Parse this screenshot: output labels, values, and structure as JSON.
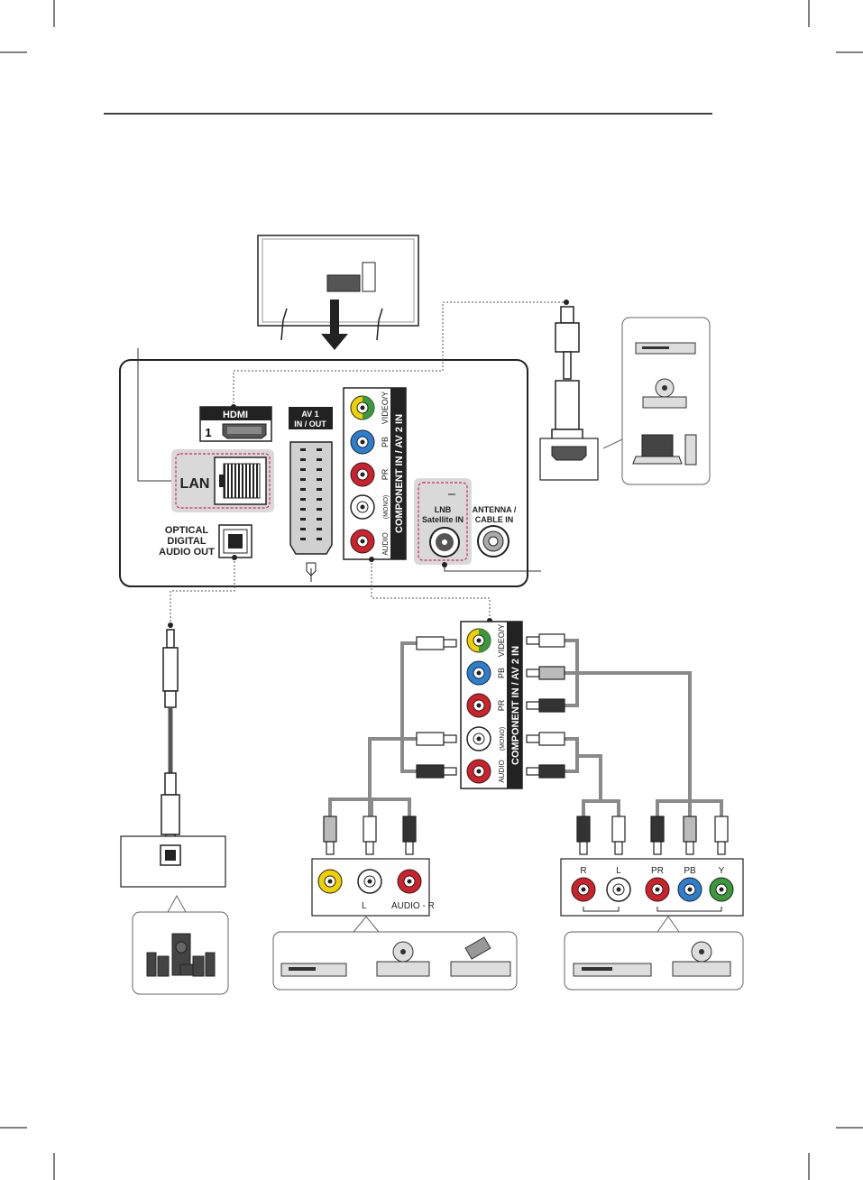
{
  "hdmi": {
    "logo": "HDMI",
    "port_number": "1"
  },
  "lan_label": "LAN",
  "optical_label": [
    "OPTICAL",
    "DIGITAL",
    "AUDIO OUT"
  ],
  "av1_label": [
    "AV 1",
    "IN / OUT"
  ],
  "component_panel": {
    "title": "COMPONENT IN / AV 2 IN",
    "video_label": "VIDEO/Y",
    "pb_label": "PB",
    "pr_label": "PR",
    "mono_label": "(MONO)",
    "audio_label": "AUDIO"
  },
  "lnb_label": [
    "LNB",
    "Satellite IN"
  ],
  "antenna_label": [
    "ANTENNA /",
    "CABLE IN"
  ],
  "composite_source": {
    "l_label": "L",
    "audio_r_label": "AUDIO - R"
  },
  "component_source": {
    "r_label": "R",
    "l_label": "L",
    "pr_label": "PR",
    "pb_label": "PB",
    "y_label": "Y"
  },
  "colors": {
    "video_green": "#3a9a3a",
    "video_yellow": "#f0d000",
    "pb_blue": "#2a7fd0",
    "pr_red": "#d0202a",
    "audio_white": "#ffffff",
    "cable_gray": "#8a8a8a",
    "panel_pink": "#d4245a",
    "panel_bg": "#d9d9d9"
  },
  "icons": [
    "dvd-player-icon",
    "disc-player-icon",
    "laptop-icon",
    "vcr-icon",
    "home-theater-icon"
  ]
}
